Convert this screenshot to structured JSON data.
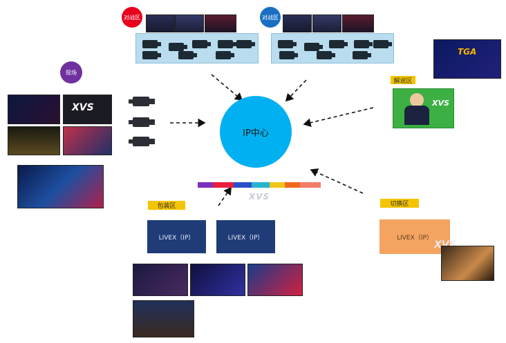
{
  "labels": {
    "battle_left": "对战区",
    "battle_right": "对战区",
    "venue": "现场",
    "commentary": "解说区",
    "packaging": "包装区",
    "switching": "切换区",
    "ip_center": "IP中心",
    "livex_1": "LIVEX（IP）",
    "livex_2": "LIVEX（IP）",
    "livex_3": "LIVEX（IP）",
    "xvs": "XVS"
  },
  "colors": {
    "battle_left_badge": "#e8001c",
    "battle_right_badge": "#1a6fc4",
    "venue_badge": "#7030a0",
    "ip_center": "#00b0f0",
    "tag_yellow": "#f5c400",
    "livex_blue": "#1f3c78",
    "livex_orange": "#f4a460",
    "camera_panel": "#b9dcef",
    "commentary_green": "#3cb043"
  },
  "icons": [
    "broadcast-camera-icon",
    "presenter-icon"
  ]
}
